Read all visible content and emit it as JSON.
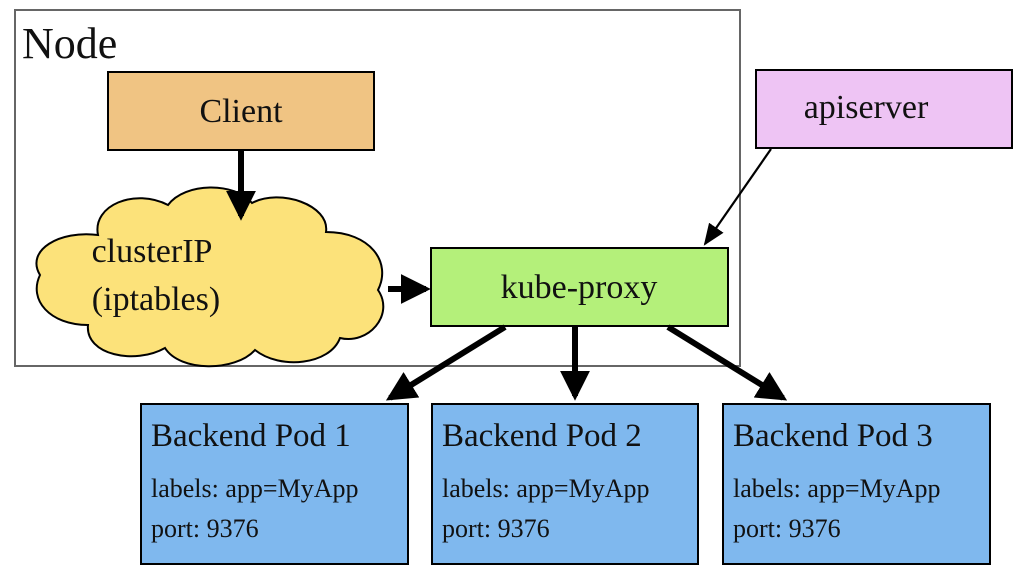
{
  "diagram": {
    "node_group": {
      "label": "Node"
    },
    "client": {
      "label": "Client",
      "color": "#f0c483"
    },
    "cluster_ip": {
      "line1": "clusterIP",
      "line2": "(iptables)",
      "color": "#fce27a"
    },
    "kube_proxy": {
      "label": "kube-proxy",
      "color": "#b4f07a"
    },
    "apiserver": {
      "label": "apiserver",
      "color": "#eec4f4"
    },
    "pods": [
      {
        "title": "Backend Pod 1",
        "labels": "labels: app=MyApp",
        "port": "port: 9376"
      },
      {
        "title": "Backend Pod 2",
        "labels": "labels: app=MyApp",
        "port": "port: 9376"
      },
      {
        "title": "Backend Pod 3",
        "labels": "labels: app=MyApp",
        "port": "port: 9376"
      }
    ],
    "pod_color": "#7fb8ee",
    "edges": [
      {
        "from": "Client",
        "to": "clusterIP"
      },
      {
        "from": "clusterIP",
        "to": "kube-proxy"
      },
      {
        "from": "apiserver",
        "to": "kube-proxy"
      },
      {
        "from": "kube-proxy",
        "to": "Backend Pod 1"
      },
      {
        "from": "kube-proxy",
        "to": "Backend Pod 2"
      },
      {
        "from": "kube-proxy",
        "to": "Backend Pod 3"
      }
    ]
  }
}
